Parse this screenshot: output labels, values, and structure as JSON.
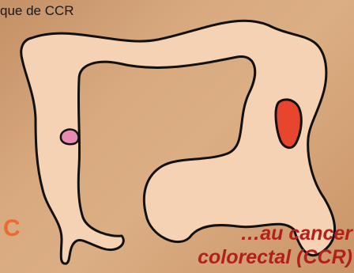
{
  "header": {
    "text": "que de CCR"
  },
  "side_letter": "C",
  "caption": {
    "line1": "…au cancer",
    "line2": "colorectal (CCR)"
  },
  "colors": {
    "colon_fill": "#f4d2b3",
    "outline": "#111111",
    "polyp": "#e88ab3",
    "tumor": "#e8452f",
    "caption_text": "#b3201c",
    "side_letter": "#ec6a2c"
  }
}
